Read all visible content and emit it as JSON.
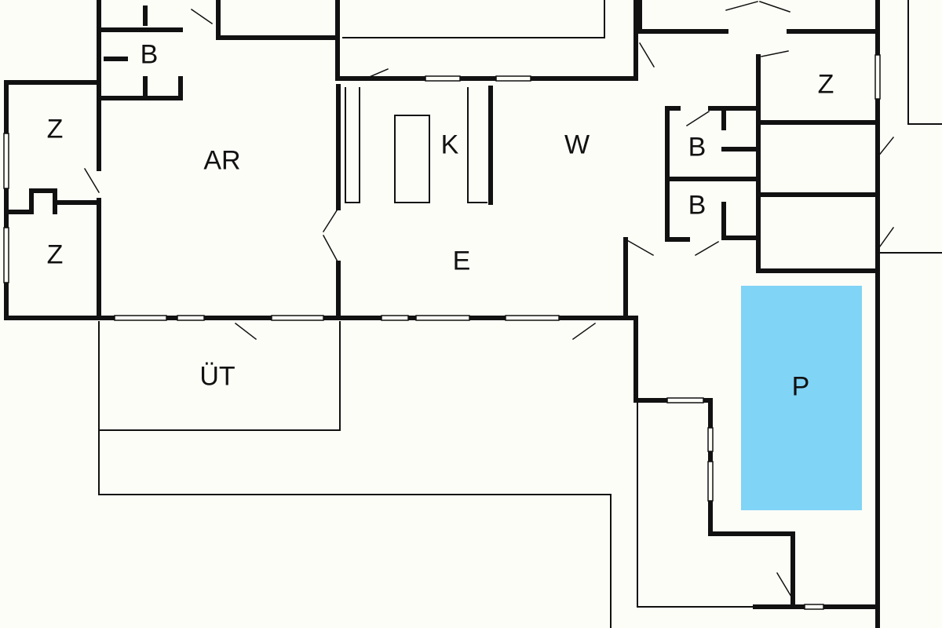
{
  "rooms": [
    {
      "id": "bath-top-left",
      "label": "B"
    },
    {
      "id": "bedroom-left-top",
      "label": "Z"
    },
    {
      "id": "workroom",
      "label": "AR"
    },
    {
      "id": "bedroom-left-bottom",
      "label": "Z"
    },
    {
      "id": "kitchen",
      "label": "K"
    },
    {
      "id": "living",
      "label": "W"
    },
    {
      "id": "dining",
      "label": "E"
    },
    {
      "id": "bath-right-top",
      "label": "B"
    },
    {
      "id": "bath-right-bottom",
      "label": "B"
    },
    {
      "id": "bedroom-right",
      "label": "Z"
    },
    {
      "id": "terrace",
      "label": "ÜT"
    },
    {
      "id": "pool",
      "label": "P"
    }
  ],
  "colors": {
    "wall": "#111111",
    "floor": "#fdfdf8",
    "pool": "#80d4f6"
  }
}
